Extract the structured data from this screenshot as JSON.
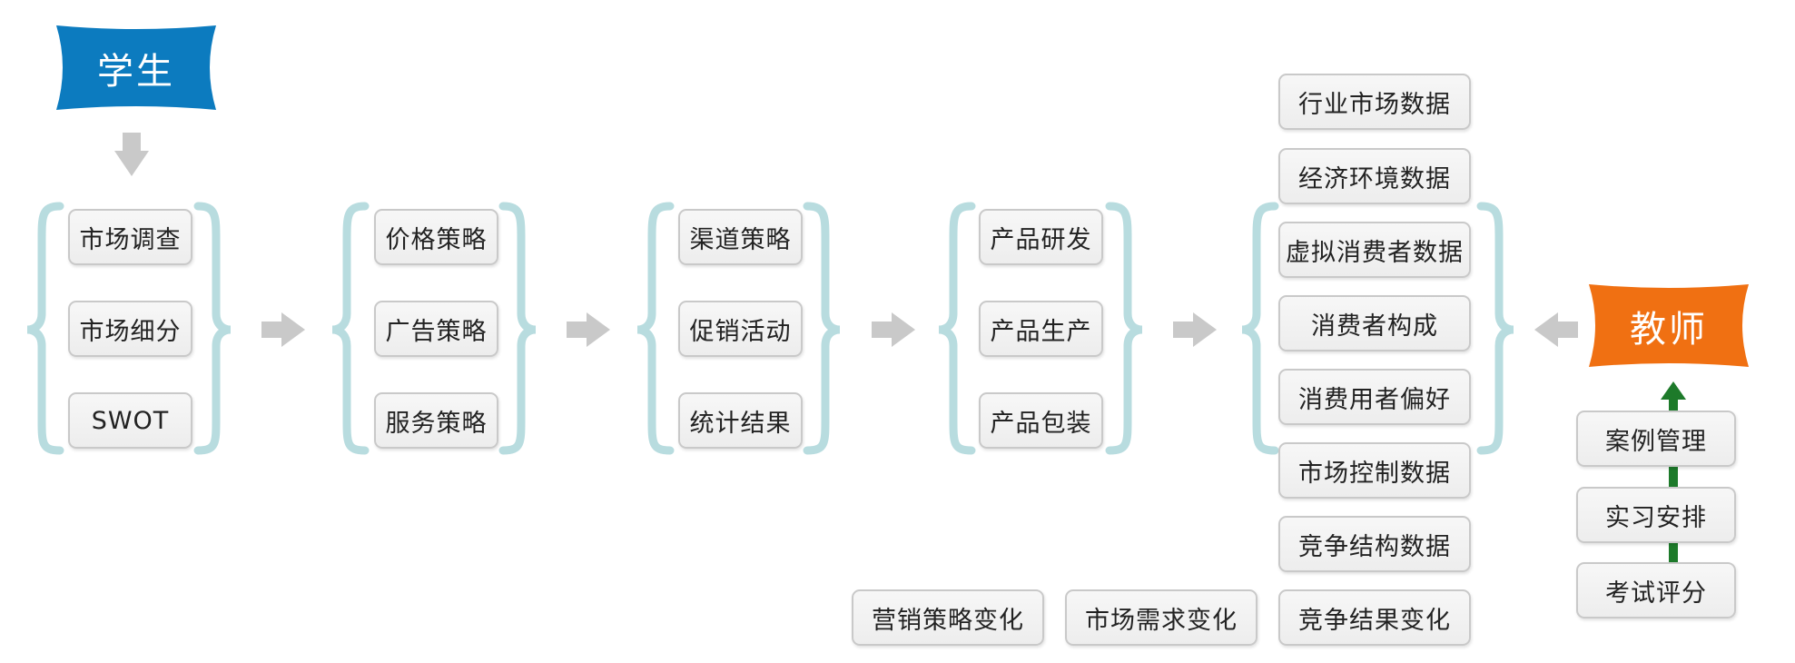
{
  "student": {
    "label": "学生",
    "color": "#0c7bbf"
  },
  "teacher": {
    "label": "教师",
    "color": "#f07012",
    "items": [
      "案例管理",
      "实习安排",
      "考试评分"
    ]
  },
  "groups": [
    [
      "市场调查",
      "市场细分",
      "SWOT"
    ],
    [
      "价格策略",
      "广告策略",
      "服务策略"
    ],
    [
      "渠道策略",
      "促销活动",
      "统计结果"
    ],
    [
      "产品研发",
      "产品生产",
      "产品包装"
    ]
  ],
  "data_column": [
    "行业市场数据",
    "经济环境数据",
    "虚拟消费者数据",
    "消费者构成",
    "消费用者偏好",
    "市场控制数据",
    "竞争结构数据",
    "竞争结果变化"
  ],
  "bottom_items": [
    "营销策略变化",
    "市场需求变化"
  ],
  "colors": {
    "brace": "#b8dcdf",
    "gray_arrow": "#c9c9c9",
    "green_arrow": "#1d7a2a"
  }
}
